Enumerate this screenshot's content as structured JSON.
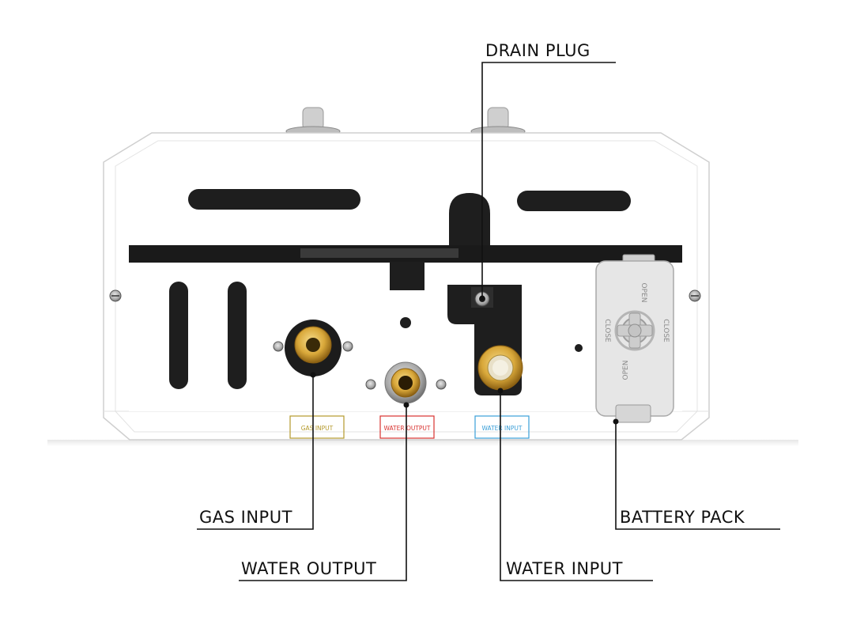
{
  "callouts": {
    "drain_plug": "DRAIN PLUG",
    "gas_input": "GAS INPUT",
    "water_output": "WATER OUTPUT",
    "water_input": "WATER INPUT",
    "battery_pack": "BATTERY PACK"
  },
  "panel_labels": {
    "gas_input": "GAS INPUT",
    "water_output": "WATER OUTPUT",
    "water_input": "WATER INPUT"
  },
  "battery_cap_text": {
    "open_top": "OPEN",
    "close_left": "CLOSE",
    "close_right": "CLOSE",
    "open_bottom": "OPEN"
  },
  "colors": {
    "gas_label": "#b59a2c",
    "water_output_label": "#d8322f",
    "water_input_label": "#3a9fd8",
    "brass": "#d9a83a",
    "housing": "#ffffff",
    "housing_edge": "#d4d4d4",
    "dark": "#1e1e1e",
    "leader_line": "#111111"
  }
}
